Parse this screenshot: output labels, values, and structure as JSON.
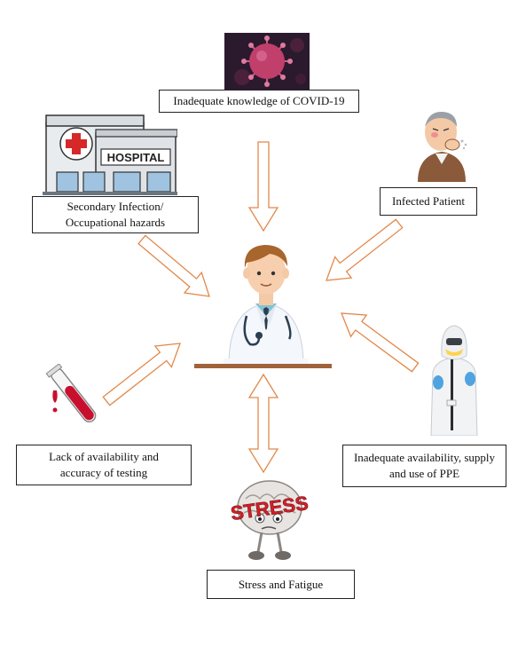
{
  "factors": {
    "top": {
      "line1": "Inadequate knowledge of COVID-19"
    },
    "upper_left": {
      "line1": "Secondary Infection/",
      "line2": "Occupational hazards"
    },
    "upper_right": {
      "line1": "Infected Patient"
    },
    "lower_left": {
      "line1": "Lack of availability and",
      "line2": "accuracy of testing"
    },
    "lower_right": {
      "line1": "Inadequate availability, supply",
      "line2": "and use of PPE"
    },
    "bottom": {
      "line1": "Stress and Fatigue"
    }
  },
  "illustrations": {
    "hospital_sign": "HOSPITAL",
    "stress_word": "STRESS"
  },
  "colors": {
    "arrow_stroke": "#e2884a",
    "desk": "#a0623a",
    "box_border": "#222222",
    "virus": "#c13f6b",
    "blood": "#c8102e"
  },
  "icons": [
    "virus-icon",
    "hospital-icon",
    "sick-patient-icon",
    "doctor-icon",
    "test-tube-icon",
    "ppe-worker-icon",
    "stressed-brain-icon"
  ]
}
